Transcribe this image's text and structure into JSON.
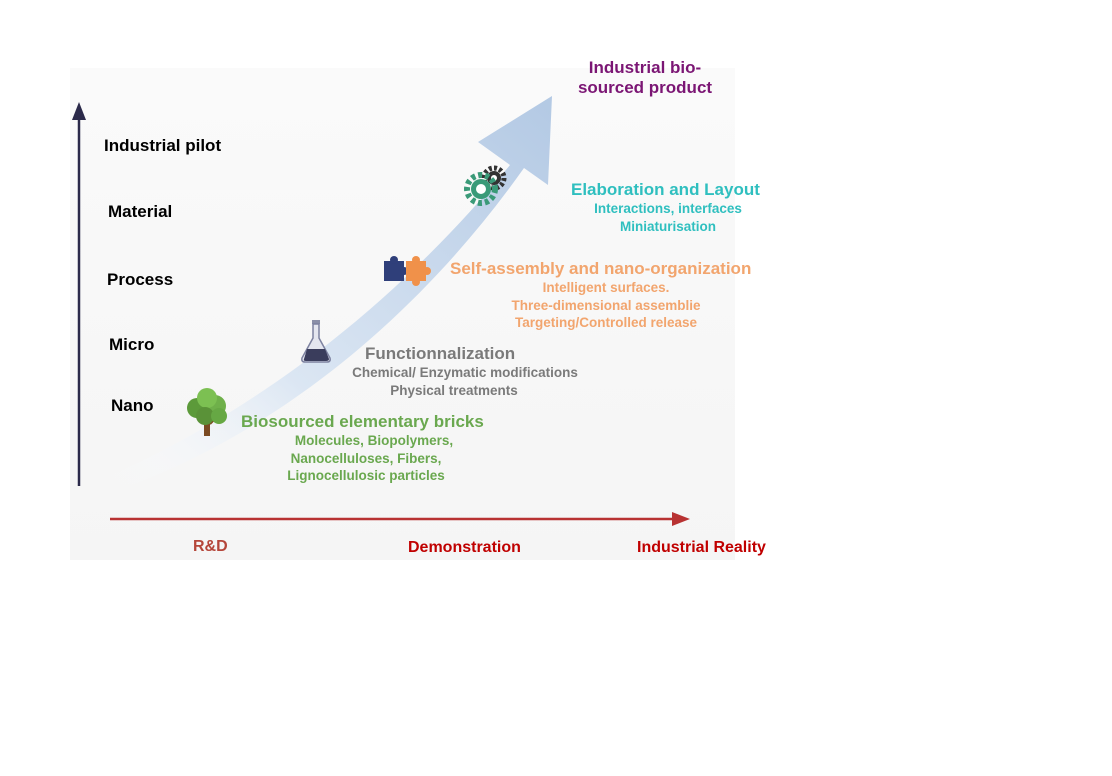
{
  "y_axis": {
    "levels": [
      "Industrial pilot",
      "Material",
      "Process",
      "Micro",
      "Nano"
    ]
  },
  "x_axis": {
    "stages": [
      "R&D",
      "Demonstration",
      "Industrial Reality"
    ]
  },
  "goal": {
    "line1": "Industrial bio-",
    "line2": "sourced product"
  },
  "steps": {
    "bricks": {
      "title": "Biosourced elementary bricks",
      "lines": [
        "Molecules, Biopolymers,",
        "Nanocelluloses, Fibers,",
        "Lignocellulosic particles"
      ]
    },
    "functionalization": {
      "title": "Functionnalization",
      "lines": [
        "Chemical/ Enzymatic modifications",
        "Physical treatments"
      ]
    },
    "self_assembly": {
      "title": "Self-assembly and nano-organization",
      "lines": [
        "Intelligent surfaces.",
        "Three-dimensional assemblie",
        "Targeting/Controlled release"
      ]
    },
    "elaboration": {
      "title": "Elaboration and Layout",
      "lines": [
        "Interactions, interfaces",
        "Miniaturisation"
      ]
    }
  },
  "icons": [
    "tree-icon",
    "flask-icon",
    "puzzle-icon",
    "gears-icon"
  ],
  "colors": {
    "green": "#6aa84f",
    "gray": "#7a7a7a",
    "orange": "#f2a56e",
    "teal": "#2fbfbf",
    "purple": "#7b1674",
    "red": "#c00000",
    "axis_dark": "#2b2a4a",
    "arrow": "#b8cde6"
  }
}
